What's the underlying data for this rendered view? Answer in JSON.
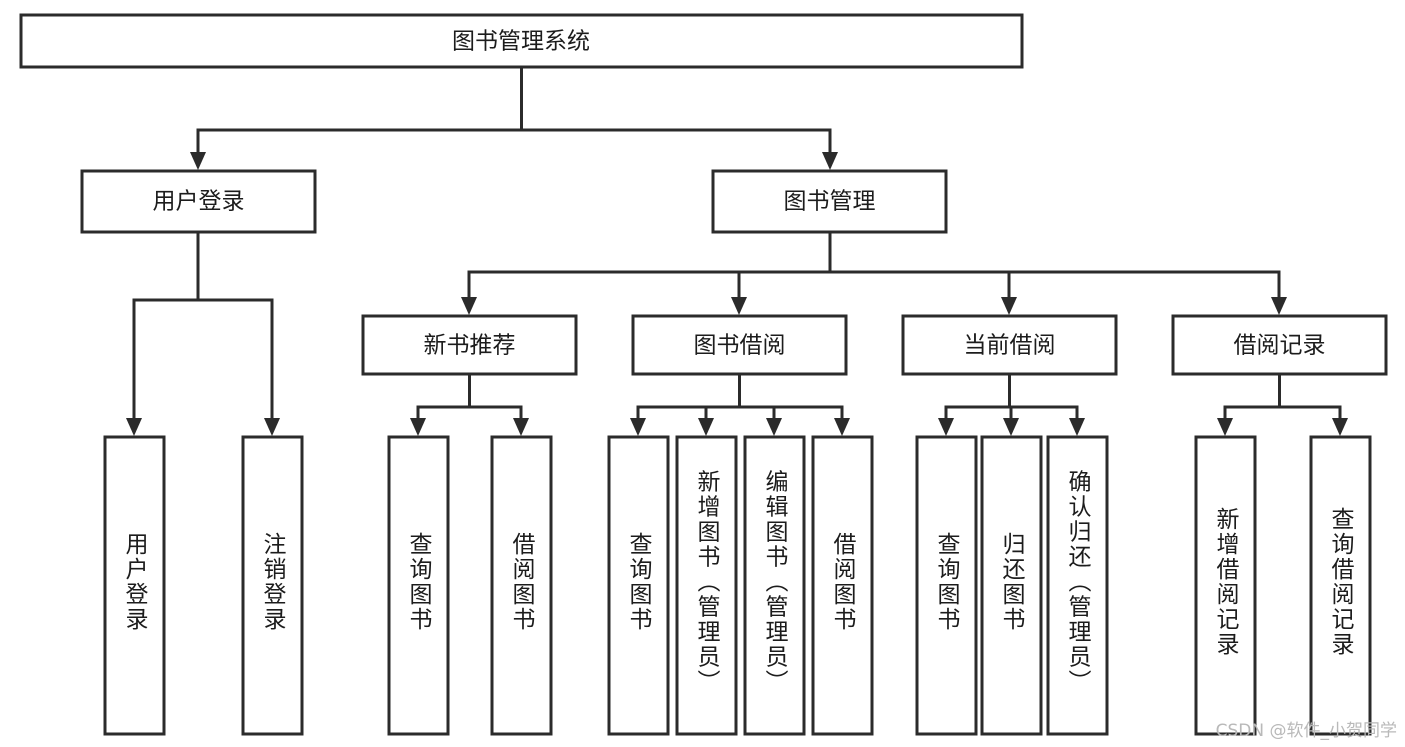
{
  "diagram": {
    "title": "图书管理系统",
    "type": "tree-hierarchy-diagram",
    "colors": {
      "stroke": "#2b2b2b",
      "fill": "#ffffff",
      "text": "#1c1c1c",
      "watermark": "#b9b9b9",
      "background": "#ffffff"
    },
    "root": {
      "label": "图书管理系统"
    },
    "level2": [
      {
        "label": "用户登录"
      },
      {
        "label": "图书管理"
      }
    ],
    "level3": [
      {
        "label": "新书推荐"
      },
      {
        "label": "图书借阅"
      },
      {
        "label": "当前借阅"
      },
      {
        "label": "借阅记录"
      }
    ],
    "leaves": {
      "user_login": [
        {
          "label": "用户登录"
        },
        {
          "label": "注销登录"
        }
      ],
      "new_book_recommend": [
        {
          "label": "查询图书"
        },
        {
          "label": "借阅图书"
        }
      ],
      "book_borrow": [
        {
          "label": "查询图书"
        },
        {
          "label": "新增图书（管理员）"
        },
        {
          "label": "编辑图书（管理员）"
        },
        {
          "label": "借阅图书"
        }
      ],
      "current_borrow": [
        {
          "label": "查询图书"
        },
        {
          "label": "归还图书"
        },
        {
          "label": "确认归还（管理员）"
        }
      ],
      "borrow_record": [
        {
          "label": "新增借阅记录"
        },
        {
          "label": "查询借阅记录"
        }
      ]
    }
  },
  "watermark": {
    "text": "CSDN @软件_小贺同学"
  }
}
